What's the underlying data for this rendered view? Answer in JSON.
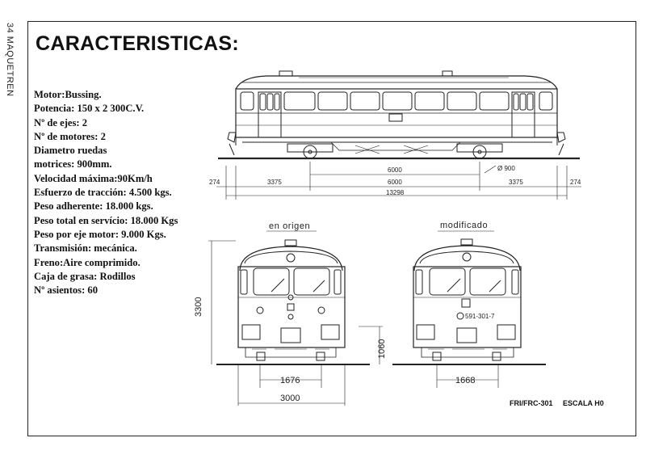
{
  "page": {
    "side_label": "34 MAQUETREN",
    "title": "CARACTERISTICAS:",
    "specs": [
      "Motor:Bussing.",
      "Potencia: 150 x 2 300C.V.",
      "Nº de ejes: 2",
      "Nº de motores: 2",
      "Diametro ruedas",
      "motrices: 900mm.",
      "Velocidad máxima:90Km/h",
      "Esfuerzo de tracción: 4.500 kgs.",
      "Peso adherente: 18.000 kgs.",
      "Peso total en servício: 18.000 Kgs",
      "Peso por eje motor: 9.000 Kgs.",
      "Transmisión: mecánica.",
      "Freno:Aire comprimido.",
      "Caja de grasa: Rodillos",
      "Nº asientos: 60"
    ],
    "footer": {
      "model": "FRI/FRC-301",
      "scale": "ESCALA H0"
    }
  },
  "drawing": {
    "side_view": {
      "dimensions": {
        "overhang_left": "274",
        "overhang_right": "274",
        "span_left": "3375",
        "span_right": "3375",
        "axle_base": "6000",
        "axle_base_lower": "6000",
        "wheel_diameter": "Ø 900",
        "total_length": "13298"
      }
    },
    "end_views": {
      "left_label": "en origen",
      "right_label": "modificado",
      "height": "3300",
      "floor_height": "1060",
      "left_gauge": "1676",
      "right_gauge": "1668",
      "width": "3000",
      "right_plate": "591-301-7"
    }
  }
}
